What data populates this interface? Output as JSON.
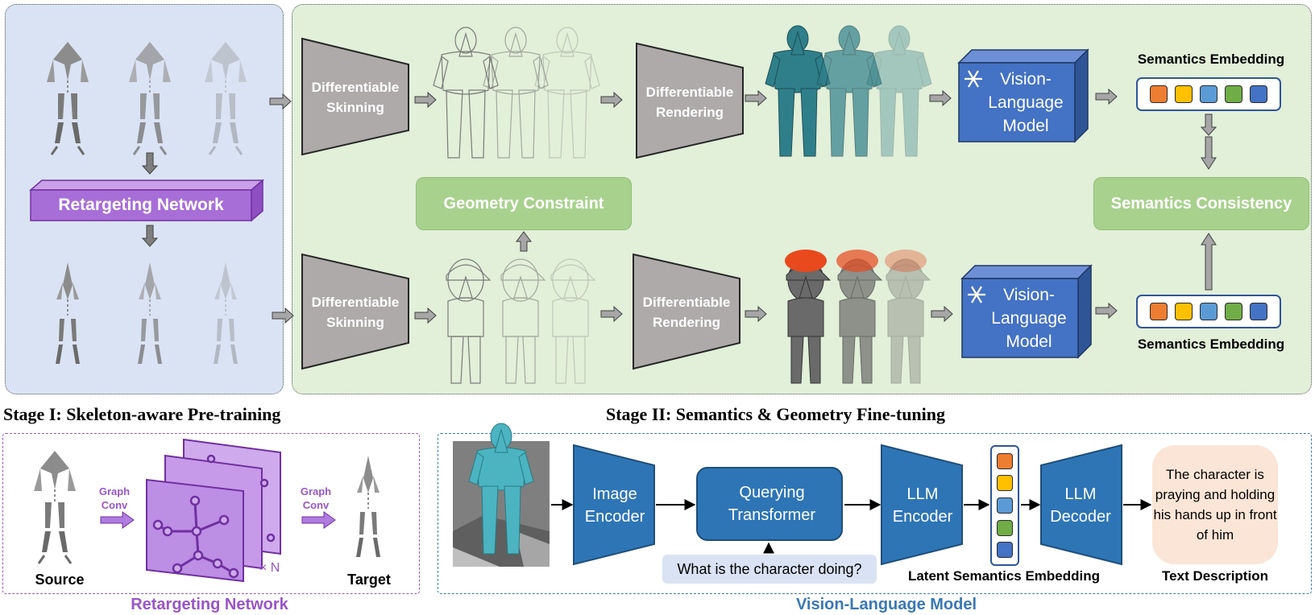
{
  "stage1_title": "Stage I: Skeleton-aware Pre-training",
  "stage2_title": "Stage II: Semantics & Geometry Fine-tuning",
  "retarget_box_label": "Retargeting Network",
  "top_row": {
    "skinning_label": "Differentiable Skinning",
    "rendering_label": "Differentiable Rendering",
    "vlm_label": "Vision-Language Model",
    "embedding_label": "Semantics Embedding"
  },
  "bottom_row": {
    "skinning_label": "Differentiable Skinning",
    "rendering_label": "Differentiable Rendering",
    "vlm_label": "Vision-Language Model",
    "embedding_label": "Semantics Embedding"
  },
  "geometry_constraint": "Geometry Constraint",
  "semantics_consistency": "Semantics Consistency",
  "embedding_colors": [
    "#ed7d31",
    "#ffc000",
    "#5b9bd5",
    "#70ad47",
    "#4472c4"
  ],
  "retarget_detail": {
    "source_label": "Source",
    "target_label": "Target",
    "graph_conv_1": "Graph Conv",
    "graph_conv_2": "Graph Conv",
    "times_n": "× N",
    "caption": "Retargeting Network"
  },
  "vlm_detail": {
    "image_encoder": "Image Encoder",
    "querying_transformer": "Querying Transformer",
    "llm_encoder": "LLM Encoder",
    "llm_decoder": "LLM Decoder",
    "question": "What is the character doing?",
    "latent_label": "Latent Semantics Embedding",
    "text_label": "Text Description",
    "description": "The character is praying and holding his hands up in front of him",
    "caption": "Vision-Language Model"
  },
  "colors": {
    "stage1_bg": "#dae3f3",
    "stage2_bg": "#e2efd9",
    "purple": "#9a55c8",
    "vlm_blue": "#2e75b6",
    "cube_blue": "#4472c4",
    "green_box": "#a9d18e",
    "trapezoid_gray": "#aeaaaa"
  }
}
